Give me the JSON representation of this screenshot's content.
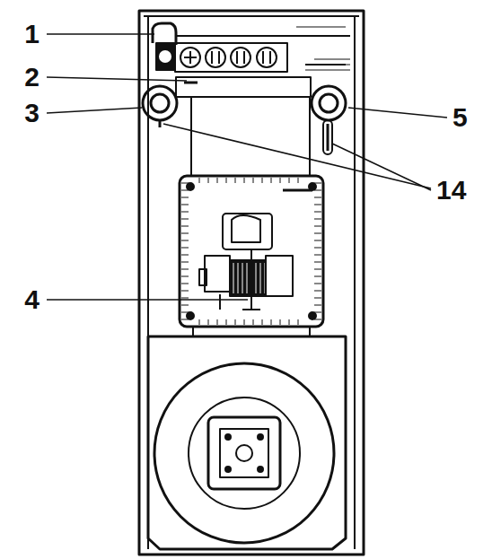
{
  "diagram": {
    "labels": [
      "1",
      "2",
      "3",
      "5",
      "14",
      "4"
    ]
  }
}
